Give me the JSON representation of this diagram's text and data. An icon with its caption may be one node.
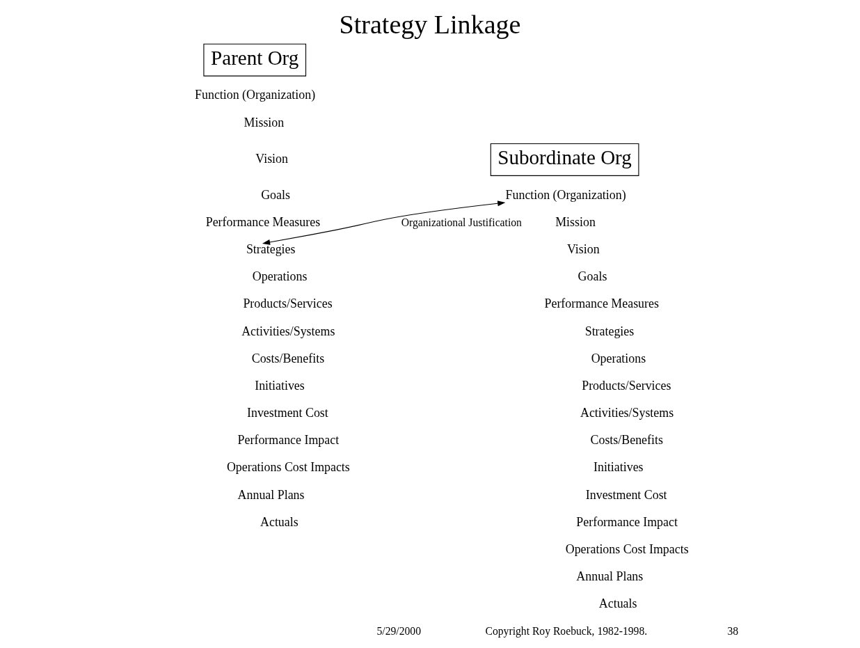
{
  "diagram": {
    "title": "Strategy Linkage",
    "nodes": [
      {
        "text": [
          "Parent Org"
        ]
      },
      {
        "text": [
          "Strategies"
        ]
      },
      {
        "text": [
          "Subordinate Org"
        ]
      },
      {
        "text": [
          "Function (Organization)"
        ]
      }
    ],
    "edges": [
      {
        "from": 1,
        "to": 3,
        "arrow": "both",
        "label": "Organizational Justification"
      }
    ],
    "labels": [
      "Function (Organization)",
      "Mission",
      "Vision",
      "Goals",
      "Performance Measures",
      "Operations",
      "Products/Services",
      "Activities/Systems",
      "Costs/Benefits",
      "Initiatives",
      "Investment Cost",
      "Performance Impact",
      "Operations Cost Impacts",
      "Annual Plans",
      "Actuals",
      "Mission",
      "Vision",
      "Goals",
      "Performance Measures",
      "Strategies",
      "Operations",
      "Products/Services",
      "Activities/Systems",
      "Costs/Benefits",
      "Initiatives",
      "Investment Cost",
      "Performance Impact",
      "Operations Cost Impacts",
      "Annual Plans",
      "Actuals",
      "5/29/2000",
      "Copyright Roy Roebuck, 1982-1998.",
      "38"
    ]
  }
}
